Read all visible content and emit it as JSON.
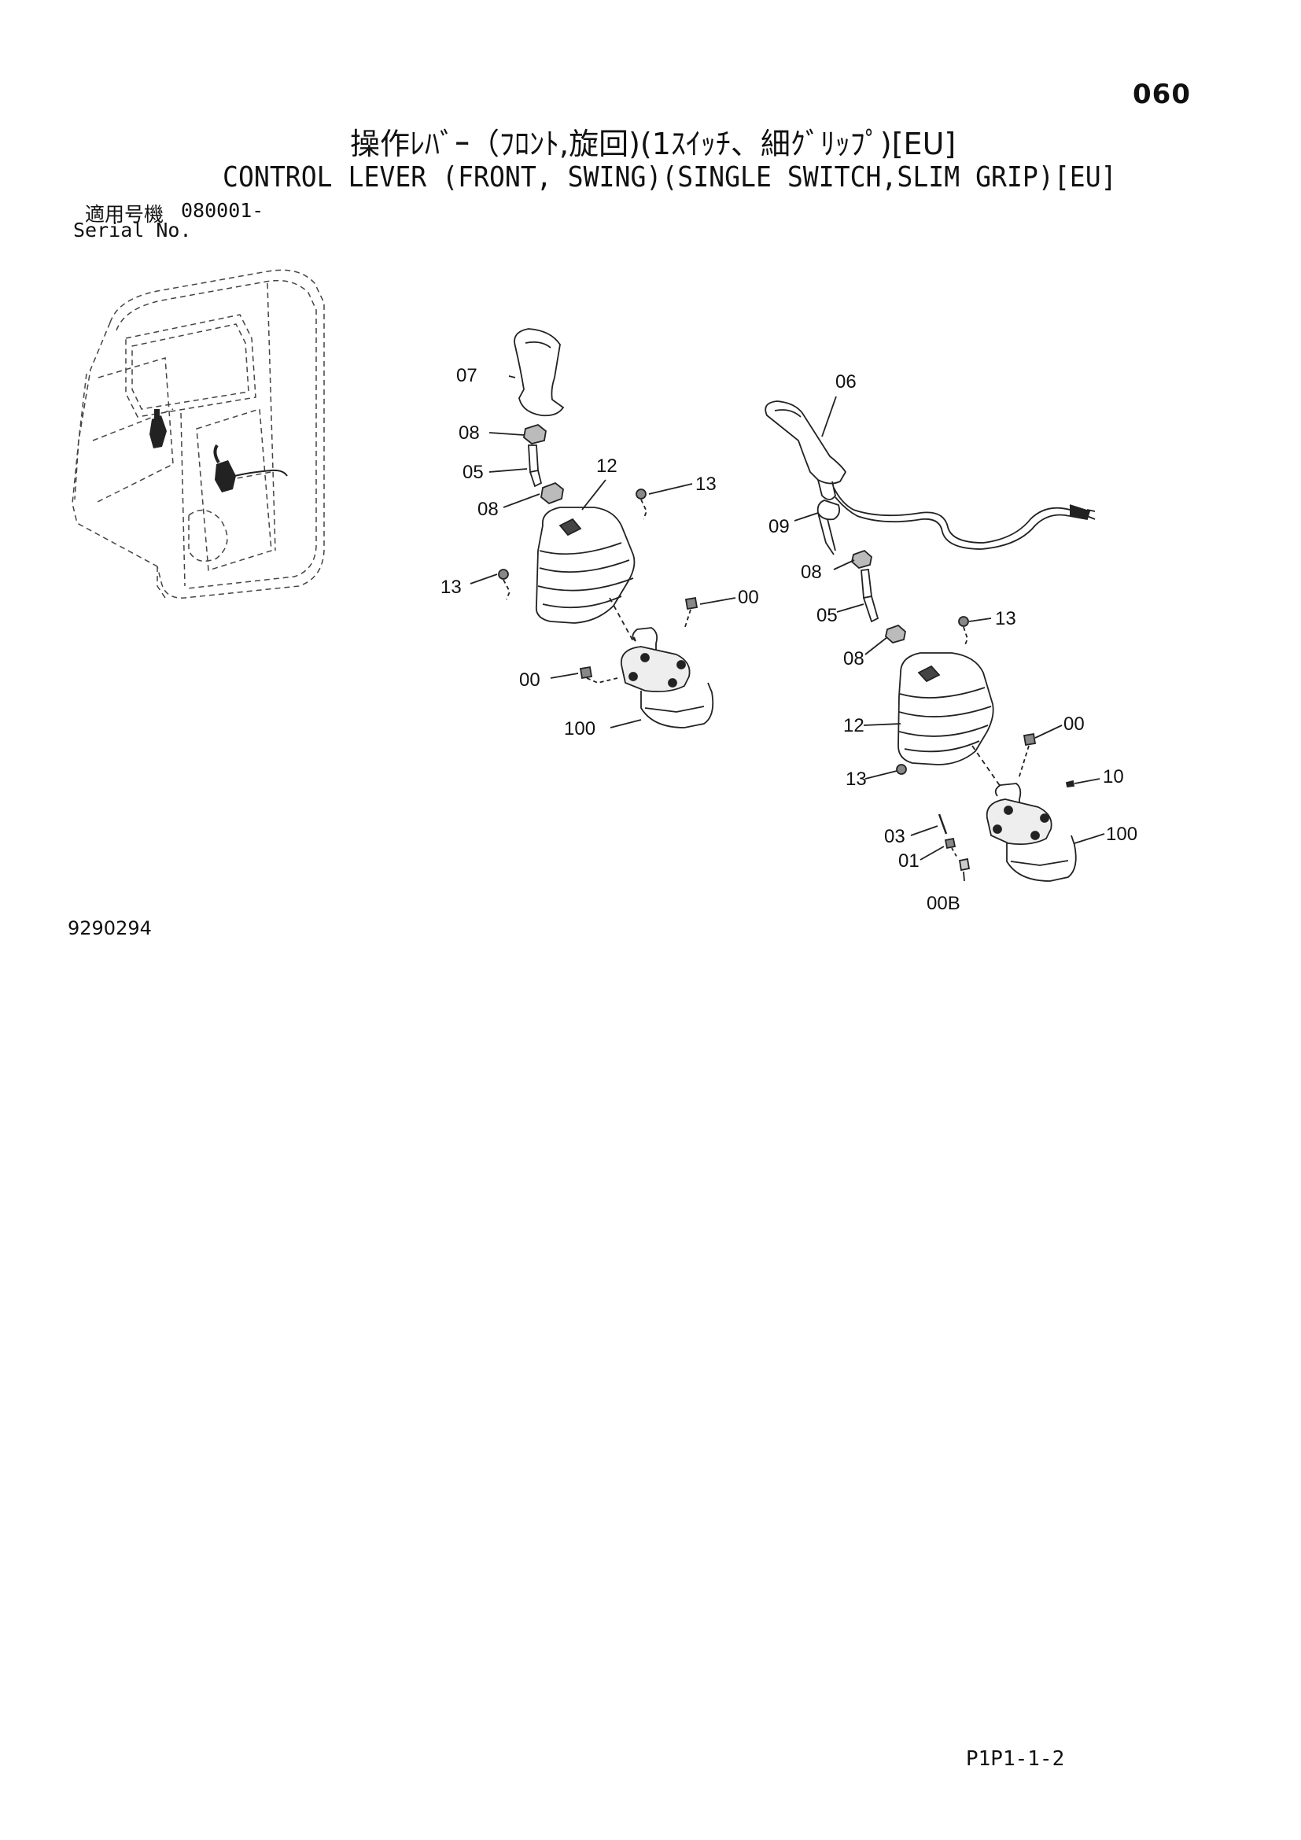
{
  "page_number": "060",
  "title_jp": "操作ﾚﾊﾞｰ（ﾌﾛﾝﾄ,旋回)(1ｽｲｯﾁ、細ｸﾞﾘｯﾌﾟ)[EU]",
  "title_en": "CONTROL LEVER (FRONT, SWING)(SINGLE SWITCH,SLIM GRIP)[EU]",
  "serial": {
    "label_jp": "適用号機",
    "value": "080001-",
    "label_en": "Serial No."
  },
  "drawing_number": "9290294",
  "footer_code": "P1P1-1-2",
  "callouts": {
    "left": [
      "07",
      "08",
      "05",
      "12",
      "08",
      "13",
      "13",
      "00",
      "00",
      "100"
    ],
    "right": [
      "06",
      "09",
      "08",
      "05",
      "08",
      "13",
      "12",
      "00",
      "13",
      "10",
      "03",
      "01",
      "100",
      "00B"
    ]
  }
}
